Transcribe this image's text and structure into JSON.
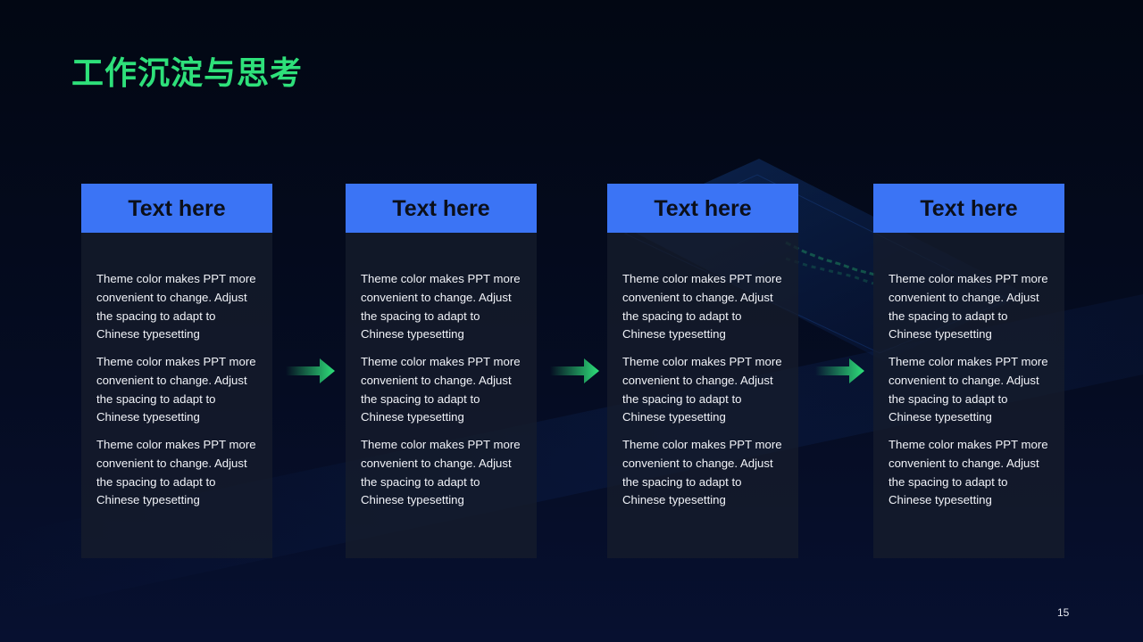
{
  "slide": {
    "title": "工作沉淀与思考",
    "page_number": "15",
    "colors": {
      "accent_green": "#2ee07a",
      "header_blue": "#3b74f5",
      "background": "#04091a",
      "card_bg": "#161c2c"
    },
    "cards": [
      {
        "header": "Text here",
        "paragraphs": [
          "Theme color makes PPT more convenient  to change. Adjust the spacing to adapt to Chinese  typesetting",
          "Theme color makes PPT more convenient  to change. Adjust the spacing to adapt to Chinese  typesetting",
          "Theme color makes PPT more convenient  to change. Adjust the spacing to adapt to Chinese  typesetting"
        ]
      },
      {
        "header": "Text here",
        "paragraphs": [
          "Theme color makes PPT more convenient  to change. Adjust the spacing to adapt to Chinese  typesetting",
          "Theme color makes PPT more convenient  to change. Adjust the spacing to adapt to Chinese  typesetting",
          "Theme color makes PPT more convenient  to change. Adjust the spacing to adapt to Chinese  typesetting"
        ]
      },
      {
        "header": "Text here",
        "paragraphs": [
          "Theme color makes PPT more convenient  to change. Adjust the spacing to adapt to Chinese  typesetting",
          "Theme color makes PPT more convenient  to change. Adjust the spacing to adapt to Chinese  typesetting",
          "Theme color makes PPT more convenient  to change. Adjust the spacing to adapt to Chinese  typesetting"
        ]
      },
      {
        "header": "Text here",
        "paragraphs": [
          "Theme color makes PPT more convenient  to change. Adjust the spacing to adapt to Chinese  typesetting",
          "Theme color makes PPT more convenient  to change. Adjust the spacing to adapt to Chinese  typesetting",
          "Theme color makes PPT more convenient  to change. Adjust the spacing to adapt to Chinese  typesetting"
        ]
      }
    ],
    "arrows": [
      {
        "icon": "arrow-right-icon"
      },
      {
        "icon": "arrow-right-icon"
      },
      {
        "icon": "arrow-right-icon"
      }
    ]
  }
}
